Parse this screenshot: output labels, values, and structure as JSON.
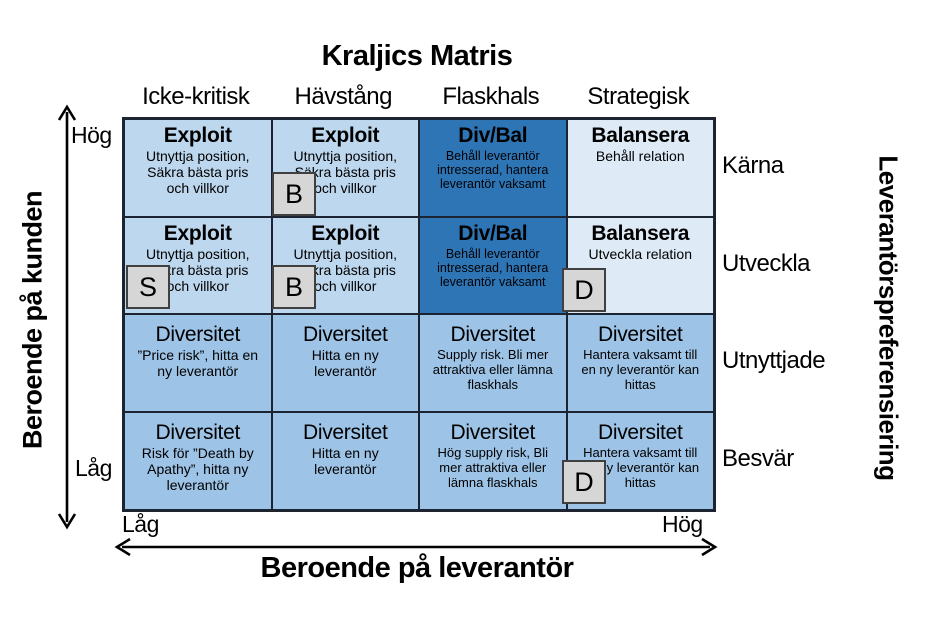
{
  "title": "Kraljics Matris",
  "columns": [
    "Icke-kritisk",
    "Hävstång",
    "Flaskhals",
    "Strategisk"
  ],
  "row_labels": [
    "Kärna",
    "Utveckla",
    "Utnyttjade",
    "Besvär"
  ],
  "axis_left": {
    "label": "Beroende på kunden",
    "high": "Hög",
    "low": "Låg"
  },
  "axis_bottom": {
    "label": "Beroende på leverantör",
    "low": "Låg",
    "high": "Hög"
  },
  "axis_right": {
    "label": "Leverantörspreferensiering"
  },
  "cells": [
    {
      "type": "exploit",
      "title": "Exploit",
      "body": "Utnyttja position, Säkra bästa pris och villkor"
    },
    {
      "type": "exploit",
      "title": "Exploit",
      "body": "Utnyttja position, Säkra bästa pris och villkor"
    },
    {
      "type": "divbal",
      "title": "Div/Bal",
      "body": "Behåll leverantör intresserad, hantera leverantör vaksamt"
    },
    {
      "type": "balansera",
      "title": "Balansera",
      "body": "Behåll relation"
    },
    {
      "type": "exploit",
      "title": "Exploit",
      "body": "Utnyttja position, Säkra bästa pris och villkor"
    },
    {
      "type": "exploit",
      "title": "Exploit",
      "body": "Utnyttja position, Säkra bästa pris och villkor"
    },
    {
      "type": "divbal",
      "title": "Div/Bal",
      "body": "Behåll leverantör intresserad, hantera leverantör vaksamt"
    },
    {
      "type": "balansera",
      "title": "Balansera",
      "body": "Utveckla relation"
    },
    {
      "type": "diversitet",
      "title": "Diversitet",
      "body": "”Price risk”, hitta en ny leverantör"
    },
    {
      "type": "diversitet",
      "title": "Diversitet",
      "body": "Hitta en ny leverantör"
    },
    {
      "type": "diversitet",
      "title": "Diversitet",
      "body": "Supply risk. Bli mer attraktiva eller lämna flaskhals"
    },
    {
      "type": "diversitet",
      "title": "Diversitet",
      "body": "Hantera vaksamt till en ny leverantör kan hittas"
    },
    {
      "type": "diversitet",
      "title": "Diversitet",
      "body": "Risk för ”Death by Apathy”, hitta ny leverantör"
    },
    {
      "type": "diversitet",
      "title": "Diversitet",
      "body": "Hitta en ny leverantör"
    },
    {
      "type": "diversitet",
      "title": "Diversitet",
      "body": "Hög supply risk, Bli mer attraktiva eller lämna flaskhals"
    },
    {
      "type": "diversitet",
      "title": "Diversitet",
      "body": "Hantera vaksamt till en ny leverantör kan hittas"
    }
  ],
  "badges": [
    {
      "letter": "B",
      "position": "row-1-col-2"
    },
    {
      "letter": "S",
      "position": "row-2-col-1"
    },
    {
      "letter": "B",
      "position": "row-2-col-2"
    },
    {
      "letter": "D",
      "position": "row-2-col-4"
    },
    {
      "letter": "D",
      "position": "row-4-col-4"
    }
  ],
  "colors": {
    "cell_light_blue": "#BDD7EE",
    "cell_medium_blue": "#9DC3E6",
    "cell_dark_blue": "#2E75B6",
    "cell_pale_blue": "#DEEBF7",
    "badge_gray": "#D6D6D6",
    "grid_border": "#1B2430"
  }
}
